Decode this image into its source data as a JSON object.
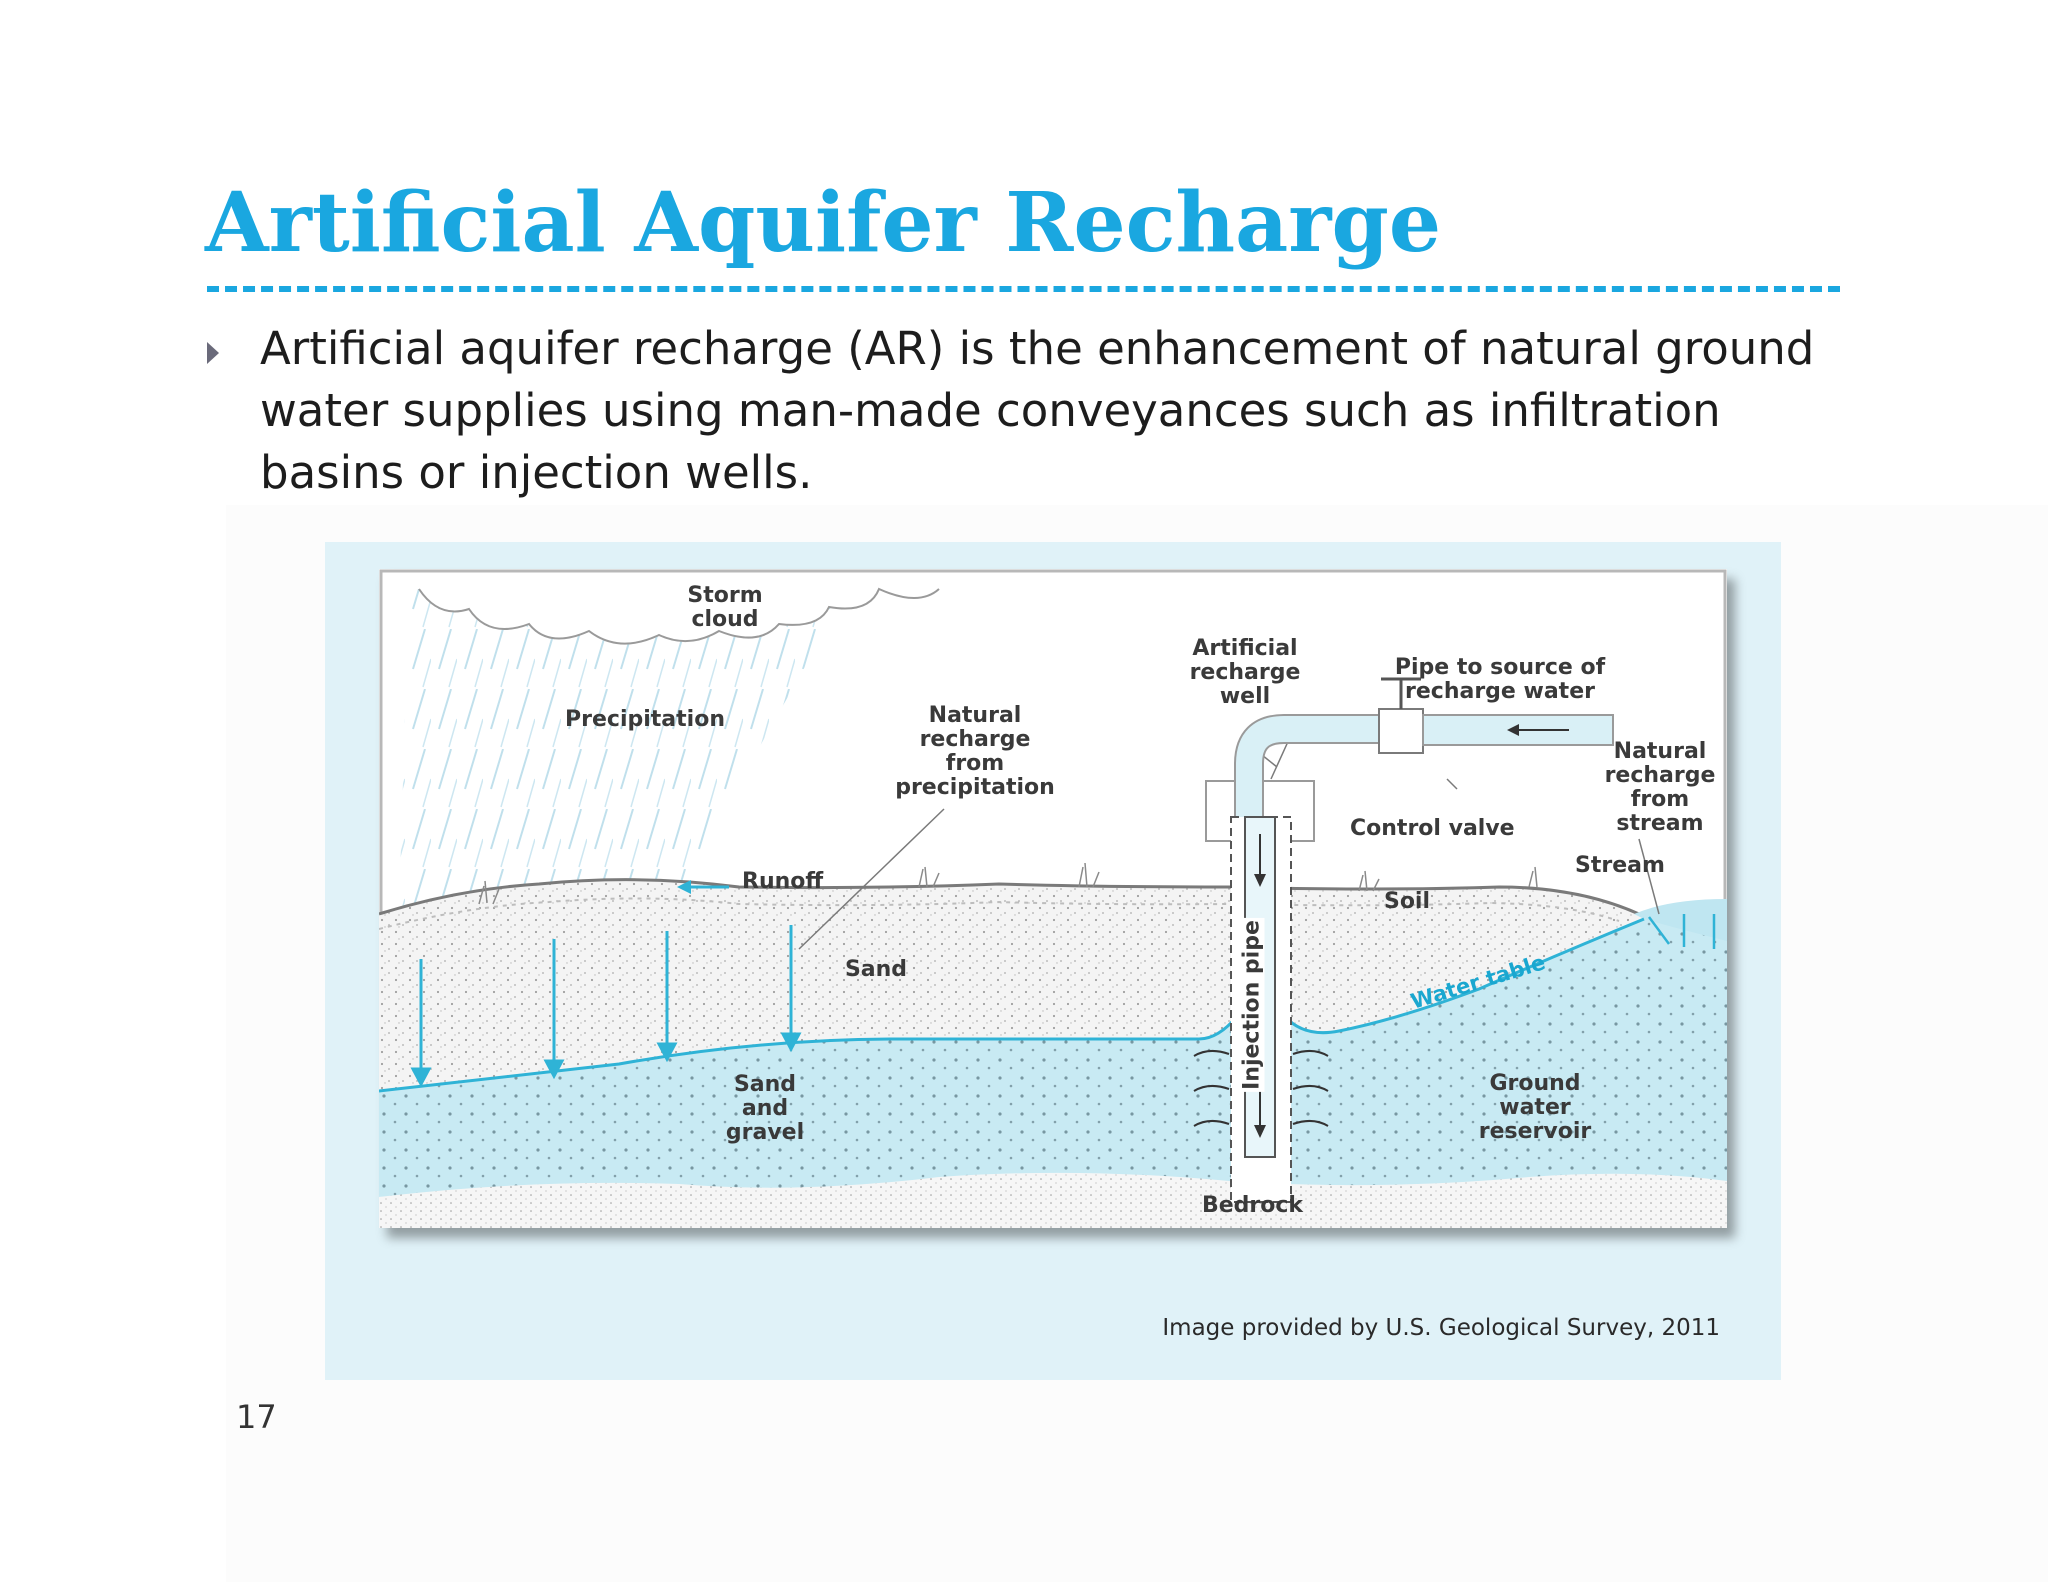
{
  "slide": {
    "title": "Artificial Aquifer Recharge",
    "bullet": "Artificial aquifer recharge  (AR) is the enhancement of natural ground water supplies using man-made conveyances such as infiltration basins or injection wells.",
    "page_number": "17"
  },
  "diagram": {
    "labels": {
      "storm_cloud": "Storm cloud",
      "precipitation": "Precipitation",
      "natural_recharge_precip": "Natural\nrecharge\nfrom\nprecipitation",
      "artificial_well": "Artificial\nrecharge\nwell",
      "pipe_source": "Pipe to source of\nrecharge water",
      "natural_recharge_stream": "Natural\nrecharge\nfrom\nstream",
      "control_valve": "Control valve",
      "stream": "Stream",
      "runoff": "Runoff",
      "soil": "Soil",
      "sand": "Sand",
      "injection_pipe": "Injection pipe",
      "water_table": "Water table",
      "sand_gravel": "Sand\nand\ngravel",
      "ground_water_reservoir": "Ground\nwater\nreservoir",
      "bedrock": "Bedrock"
    },
    "credit": "Image provided by U.S. Geological Survey, 2011",
    "colors": {
      "water": "#c8eaf3",
      "water_line": "#2fb3d6",
      "title": "#1aa7e0",
      "panel": "#e0f2f8"
    }
  }
}
